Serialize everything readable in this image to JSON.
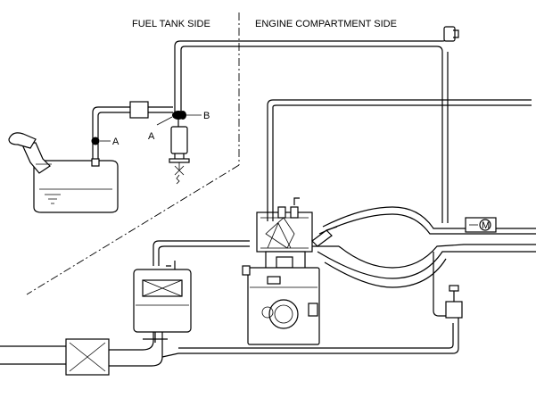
{
  "labels": {
    "fuel_tank_side": "FUEL TANK SIDE",
    "engine_compartment_side": "ENGINE COMPARTMENT SIDE",
    "point_a_left": "A",
    "point_a_right": "A",
    "point_b": "B",
    "pump_m": "M"
  }
}
